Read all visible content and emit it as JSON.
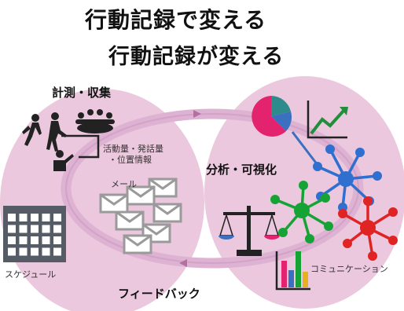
{
  "title": {
    "line1": "行動記録で変える",
    "line2": "行動記録が変える"
  },
  "labels": {
    "measure_collect": "計測・収集",
    "activity_line1": "活動量・発話量",
    "activity_line2": "・位置情報",
    "mail": "メール",
    "schedule": "スケジュール",
    "analysis_visualization": "分析・可視化",
    "communication": "コミュニケーション",
    "feedback": "フィードバック"
  },
  "colors": {
    "circle_fill": "#ebc8dd",
    "arrow_ring": "#d29fc4",
    "icon_dark": "#222222",
    "mail_gray": "#9a9a9a",
    "calendar_gray": "#555c66",
    "pie_pink": "#e4236f",
    "pie_teal": "#2e8b8b",
    "pie_blue": "#3b6fc0",
    "trend_green": "#1f8f3a",
    "network_blue": "#2e6fd0",
    "network_green": "#16a336",
    "network_red": "#e02424",
    "bar_colors": [
      "#e4236f",
      "#3b6fc0",
      "#16a336",
      "#e8b020"
    ]
  },
  "icons": [
    "people-activity-icon",
    "meeting-icon",
    "presenter-icon",
    "mail-stack-icon",
    "calendar-icon",
    "pie-chart-icon",
    "trend-chart-icon",
    "balance-scale-icon",
    "network-blue-icon",
    "network-green-icon",
    "network-red-icon",
    "bar-chart-icon"
  ]
}
